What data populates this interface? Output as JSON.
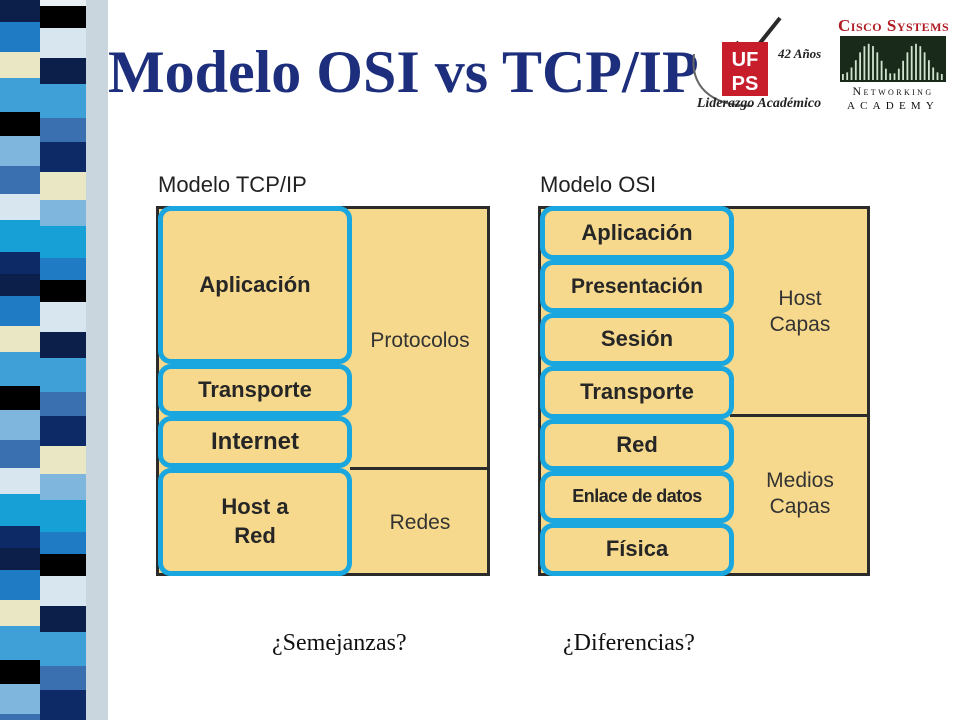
{
  "slide": {
    "title": "Modelo OSI vs TCP/IP",
    "questions": [
      "¿Semejanzas?",
      "¿Diferencias?"
    ]
  },
  "logos": {
    "ufps": {
      "letters": "UFPS",
      "years": "42 Años",
      "motto": "Liderazgo Académico"
    },
    "cisco": {
      "name": "Cisco Systems",
      "line1": "Networking",
      "line2": "ACADEMY",
      "color": "#b01c24"
    }
  },
  "tcpip": {
    "heading": "Modelo TCP/IP",
    "layers": [
      "Aplicación",
      "Transporte",
      "Internet",
      "Host a\nRed"
    ],
    "groups": [
      "Protocolos",
      "Redes"
    ]
  },
  "osi": {
    "heading": "Modelo OSI",
    "layers": [
      "Aplicación",
      "Presentación",
      "Sesión",
      "Transporte",
      "Red",
      "Enlace de datos",
      "Física"
    ],
    "groups": [
      "Host\nCapas",
      "Medios\nCapas"
    ]
  },
  "colors": {
    "layer_fill": "#f6d98c",
    "layer_border": "#1aa7e0",
    "title": "#1d2f7c"
  }
}
